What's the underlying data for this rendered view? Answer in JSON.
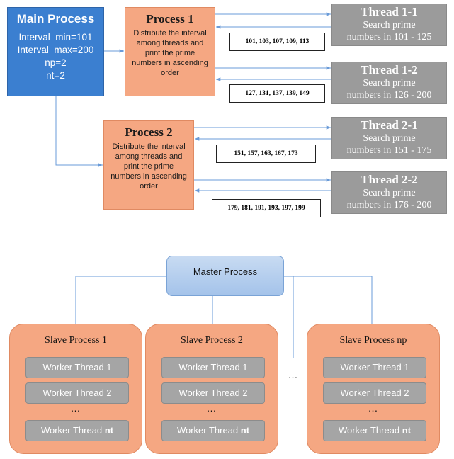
{
  "main_process": {
    "title": "Main Process",
    "params": [
      "Interval_min=101",
      "Interval_max=200",
      "np=2",
      "nt=2"
    ]
  },
  "processes": [
    {
      "title": "Process 1",
      "description": "Distribute the interval among threads and print the prime numbers in ascending order"
    },
    {
      "title": "Process 2",
      "description": "Distribute the interval among threads and print the prime numbers in ascending order"
    }
  ],
  "threads": [
    {
      "title": "Thread 1-1",
      "line1": "Search prime",
      "line2": "numbers in 101 - 125"
    },
    {
      "title": "Thread 1-2",
      "line1": "Search prime",
      "line2": "numbers in 126 - 200"
    },
    {
      "title": "Thread 2-1",
      "line1": "Search prime",
      "line2": "numbers in 151 - 175"
    },
    {
      "title": "Thread 2-2",
      "line1": "Search prime",
      "line2": "numbers in 176 - 200"
    }
  ],
  "prime_results": [
    "101, 103, 107, 109, 113",
    "127, 131, 137, 139, 149",
    "151, 157, 163, 167, 173",
    "179, 181, 191, 193, 197, 199"
  ],
  "master": {
    "label": "Master Process"
  },
  "slaves": [
    {
      "title": "Slave Process 1"
    },
    {
      "title": "Slave Process 2"
    },
    {
      "title": "Slave Process np"
    }
  ],
  "worker": {
    "label_1": "Worker Thread 1",
    "label_2": "Worker Thread 2",
    "label_n_prefix": "Worker Thread ",
    "label_n_suffix": "nt",
    "ellipsis": "…"
  },
  "between_slaves_ellipsis": "…",
  "colors": {
    "main_process": "#3b7fd0",
    "process": "#f5a782",
    "thread": "#9b9b9b",
    "master": "#a4c3ea",
    "worker": "#a5a5a5",
    "connector": "#6a9bd8"
  }
}
